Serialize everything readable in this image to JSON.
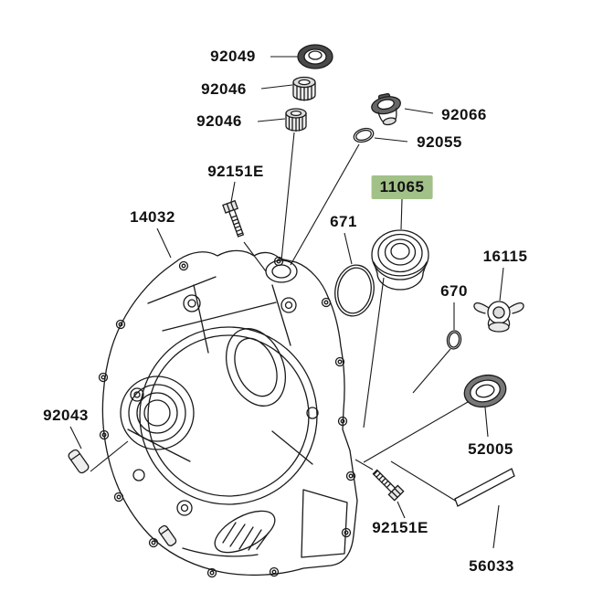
{
  "diagram": {
    "background": "#ffffff",
    "line_color": "#1a1a1a",
    "highlight_color": "#a2c189",
    "parts": [
      {
        "label": "92049",
        "highlighted": false
      },
      {
        "label": "92046",
        "highlighted": false
      },
      {
        "label": "92046",
        "highlighted": false
      },
      {
        "label": "92066",
        "highlighted": false
      },
      {
        "label": "92055",
        "highlighted": false
      },
      {
        "label": "92151E",
        "highlighted": false
      },
      {
        "label": "11065",
        "highlighted": true
      },
      {
        "label": "14032",
        "highlighted": false
      },
      {
        "label": "671",
        "highlighted": false
      },
      {
        "label": "16115",
        "highlighted": false
      },
      {
        "label": "670",
        "highlighted": false
      },
      {
        "label": "92043",
        "highlighted": false
      },
      {
        "label": "52005",
        "highlighted": false
      },
      {
        "label": "92151E",
        "highlighted": false
      },
      {
        "label": "56033",
        "highlighted": false
      }
    ]
  }
}
